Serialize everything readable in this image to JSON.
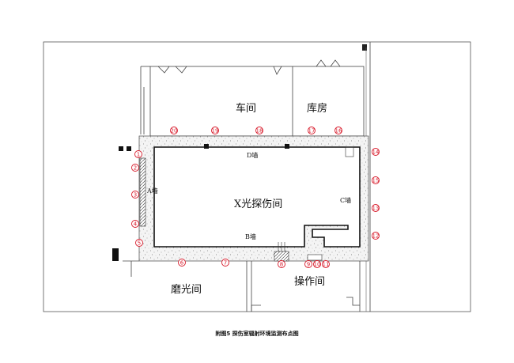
{
  "rooms": {
    "workshop": "车间",
    "warehouse": "库房",
    "xray_room": "X光探伤间",
    "grinding": "磨光间",
    "operation": "操作间"
  },
  "walls": {
    "a": "A墙",
    "b": "B墙",
    "c": "C墙",
    "d": "D墙"
  },
  "points": [
    "1",
    "2",
    "3",
    "4",
    "5",
    "6",
    "7",
    "8",
    "9",
    "10",
    "11",
    "12",
    "13",
    "14",
    "15",
    "16",
    "17",
    "18",
    "19",
    "20"
  ],
  "caption": "附图5  探伤室辐射环境监测布点图",
  "colors": {
    "point": "#d81b2b",
    "wall": "#111111",
    "shielding_fill": "#f2f2f2"
  }
}
